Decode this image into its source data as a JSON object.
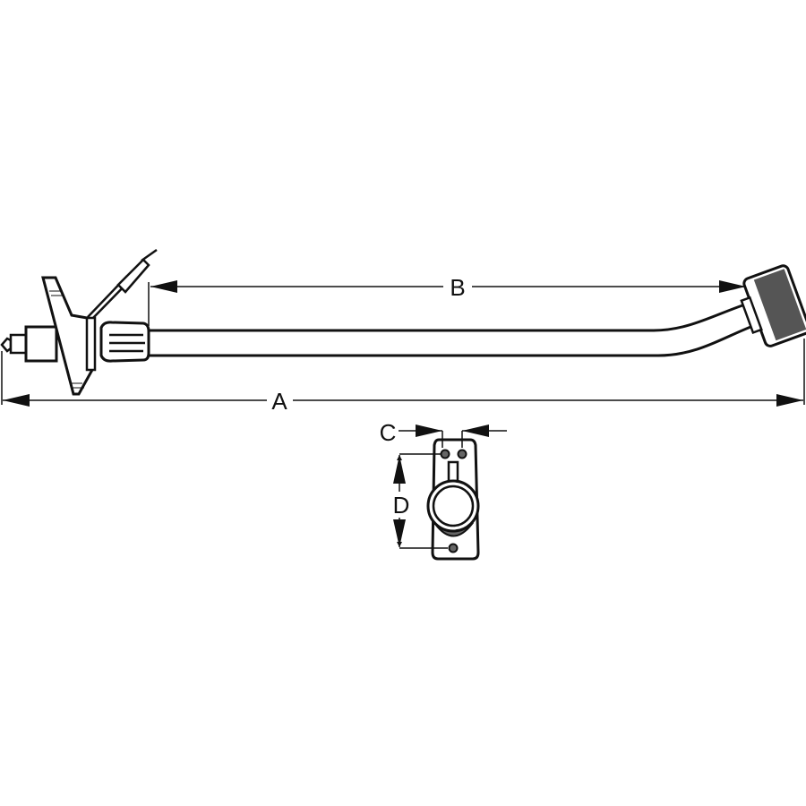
{
  "diagram": {
    "labels": {
      "a": "A",
      "b": "B",
      "c": "C",
      "d": "D"
    },
    "colors": {
      "line": "#111111",
      "knurl": "#555555",
      "background": "#ffffff"
    }
  }
}
